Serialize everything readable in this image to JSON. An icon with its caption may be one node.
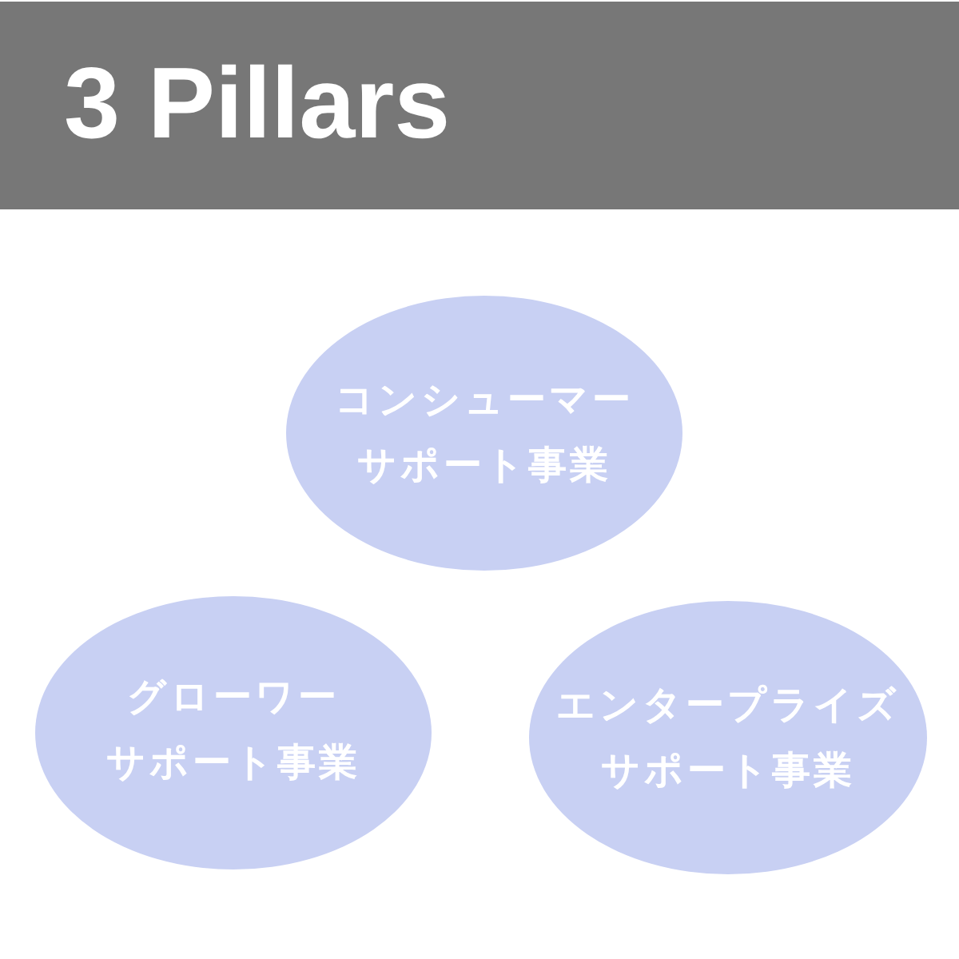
{
  "diagram": {
    "title": "3 Pillars",
    "nodes": [
      {
        "text": [
          "コンシューマーサポート事業"
        ]
      },
      {
        "text": [
          "グローワーサポート事業"
        ]
      },
      {
        "text": [
          "エンタープライズサポート事業"
        ]
      }
    ]
  }
}
